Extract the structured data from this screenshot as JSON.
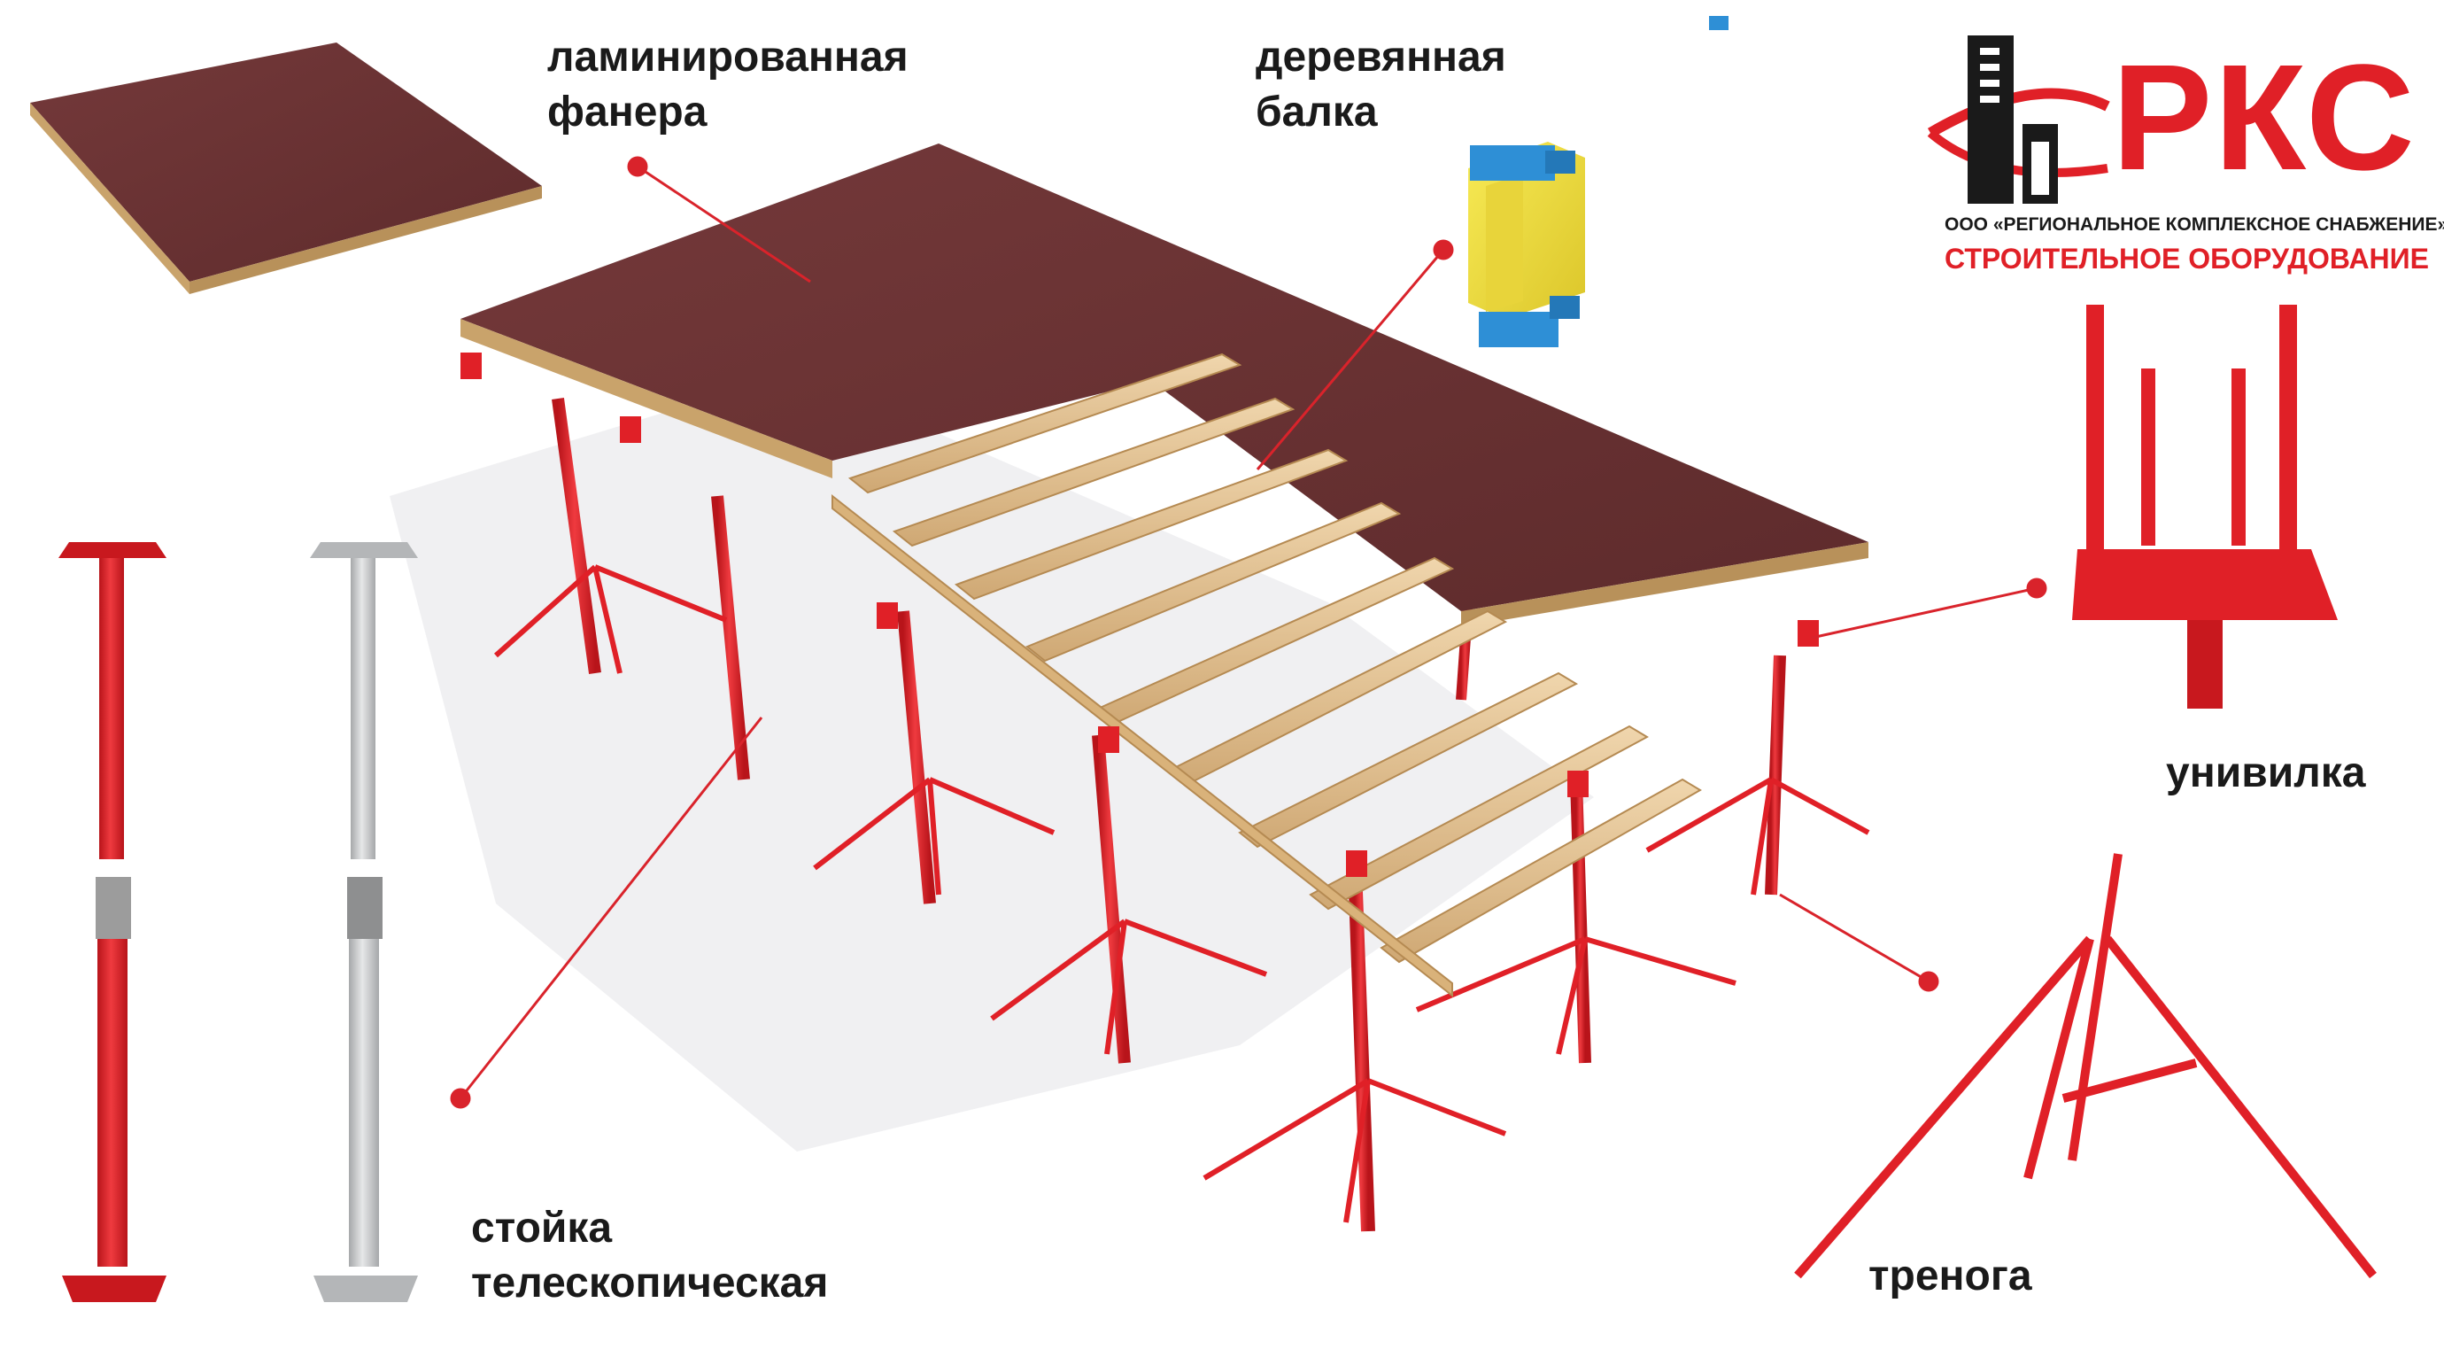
{
  "labels": {
    "plywood": [
      "ламинированная",
      "фанера"
    ],
    "beam": [
      "деревянная",
      "балка"
    ],
    "prop": [
      "стойка",
      "телескопическая"
    ],
    "fork": "унивилка",
    "tripod": "тренога"
  },
  "logo": {
    "mark": "РКС",
    "company": "ООО «РЕГИОНАЛЬНОЕ КОМПЛЕКСНОЕ СНАБЖЕНИЕ»",
    "tagline": "СТРОИТЕЛЬНОЕ ОБОРУДОВАНИЕ"
  },
  "colors": {
    "plywood": "#6b3232",
    "steel_red": "#e02027",
    "timber": "#e7c999",
    "beam_yellow": "#f2e23c",
    "beam_blue": "#2e8fd6",
    "galvanized": "#c9cacb",
    "callout": "#d9232b"
  }
}
